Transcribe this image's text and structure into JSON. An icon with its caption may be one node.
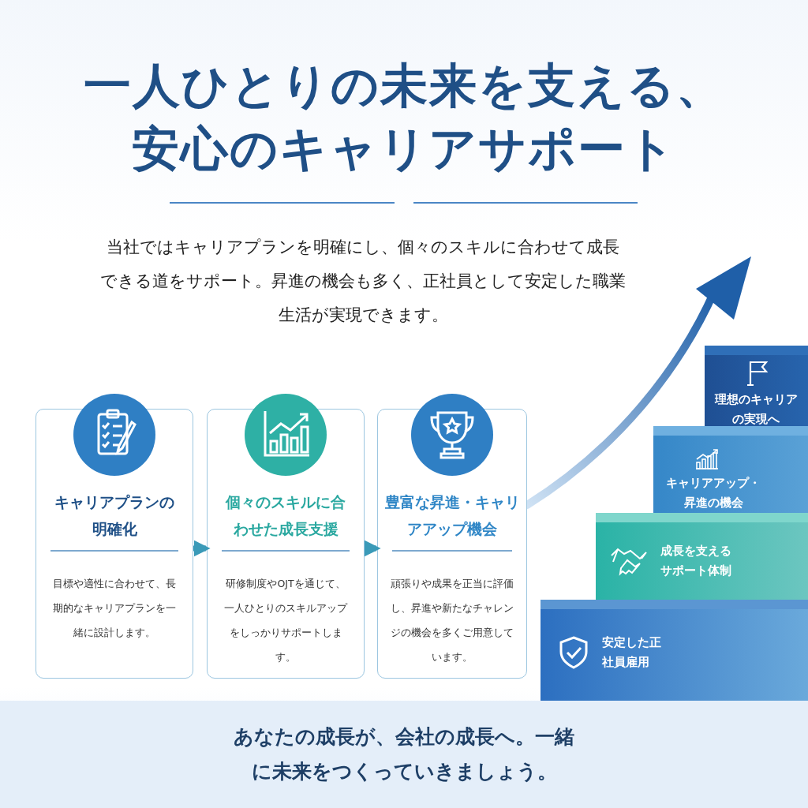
{
  "diagram": {
    "title": "一人ひとりの未来を支える、安心のキャリアサポート",
    "caption": "あなたの成長が、会社の成長へ。一緒に未来をつくっていきましょう。",
    "nodes": [
      {
        "text": [
          "キャリアプランの明確化",
          "目標や適性に合わせて、長期的なキャリアプランを一緒に設計します。"
        ]
      },
      {
        "text": [
          "個々のスキルに合わせた成長支援",
          "研修制度やOJTを通じて、一人ひとりのスキルアップをしっかりサポートします。"
        ]
      },
      {
        "text": [
          "豊富な昇進・キャリアアップ機会",
          "頑張りや成果を正当に評価し、昇進や新たなチャレンジの機会を多くご用意しています。"
        ]
      },
      {
        "text": [
          "理想のキャリアの実現へ"
        ]
      },
      {
        "text": [
          "キャリアアップ・昇進の機会"
        ]
      },
      {
        "text": [
          "成長を支えるサポート体制"
        ]
      },
      {
        "text": [
          "安定した正社員雇用"
        ]
      }
    ],
    "edges": [
      {
        "from": 0,
        "to": 1,
        "arrow": "to"
      },
      {
        "from": 1,
        "to": 2,
        "arrow": "to"
      }
    ],
    "labels": [
      "当社ではキャリアプランを明確にし、個々のスキルに合わせて成長できる道をサポート。昇進の機会も多く、正社員として安定した職業生活が実現できます。"
    ]
  }
}
